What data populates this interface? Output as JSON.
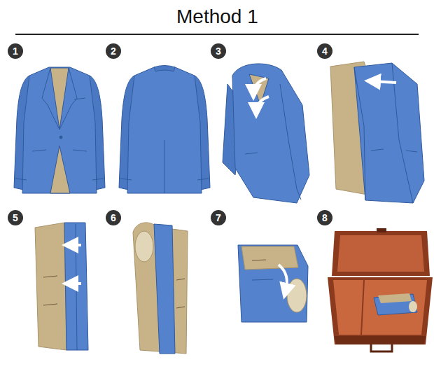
{
  "diagram": {
    "title": "Method 1",
    "labels": [
      "1",
      "2",
      "3",
      "4",
      "5",
      "6",
      "7",
      "8"
    ]
  }
}
